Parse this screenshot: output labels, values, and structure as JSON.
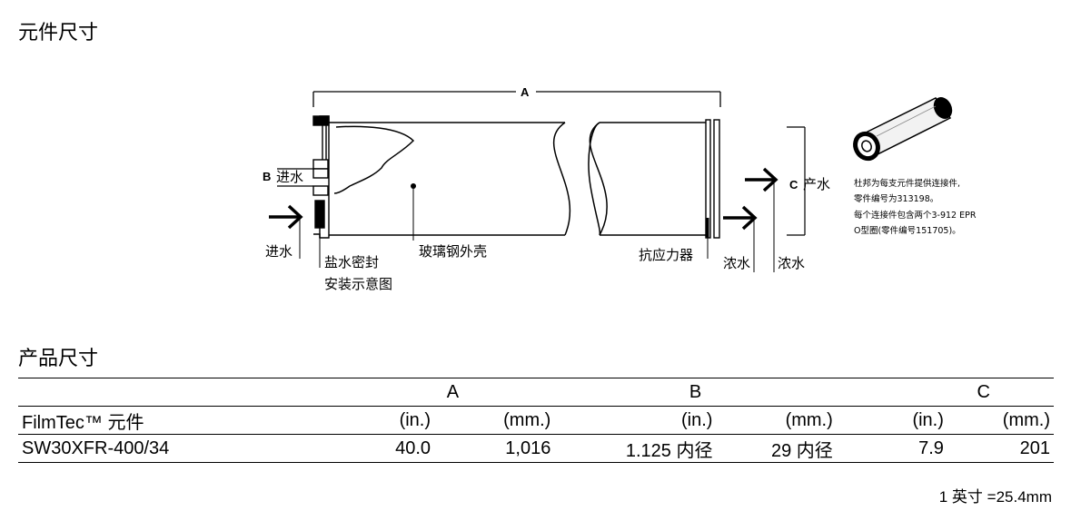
{
  "section1_title": "元件尺寸",
  "section2_title": "产品尺寸",
  "diagram": {
    "dim_a": "A",
    "dim_b": "B",
    "dim_c": "C",
    "feed_b_label": "进水",
    "feed_label": "进水",
    "product_label": "产水",
    "brine_seal_line1": "盐水密封",
    "brine_seal_line2": "安装示意图",
    "shell_label": "玻璃钢外壳",
    "anti_telescoping_label": "抗应力器",
    "concentrate_1": "浓水",
    "concentrate_2": "浓水",
    "interconnector_note": [
      "杜邦为每支元件提供连接件,",
      "零件编号为313198。",
      "每个连接件包含两个3-912 EPR",
      "O型圈(零件编号151705)。"
    ]
  },
  "table": {
    "group_headers": [
      "A",
      "B",
      "C"
    ],
    "row_header_label": "FilmTec™ 元件",
    "unit_headers": [
      "(in.)",
      "(mm.)",
      "(in.)",
      "(mm.)",
      "(in.)",
      "(mm.)"
    ],
    "rows": [
      {
        "model": "SW30XFR-400/34",
        "a_in": "40.0",
        "a_mm": "1,016",
        "b_in": "1.125 内径",
        "b_mm": "29 内径",
        "c_in": "7.9",
        "c_mm": "201"
      }
    ]
  },
  "footnote": "1 英寸 =25.4mm"
}
